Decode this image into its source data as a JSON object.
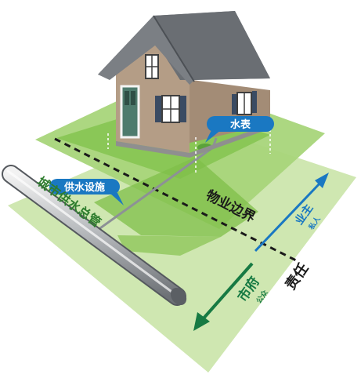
{
  "labels": {
    "water_meter": "水表",
    "supply_facility": "供水设施",
    "property_boundary": "物业边界",
    "city_main": "城市供水总管",
    "owner": "业主",
    "owner_private": "私人",
    "government": "市府",
    "government_public": "公众",
    "responsibility": "责任"
  },
  "colors": {
    "ground_light": "#c9e4a8",
    "ground_mid": "#9ccf63",
    "lawn": "#6db33f",
    "callout": "#1a78c2",
    "arrow_blue": "#1a78c2",
    "arrow_green": "#177a43",
    "text_dark": "#1a1a1a",
    "city_text": "#2e7d2e",
    "roof": "#6f7378",
    "wall": "#b29a83",
    "door": "#4e7b6d"
  }
}
